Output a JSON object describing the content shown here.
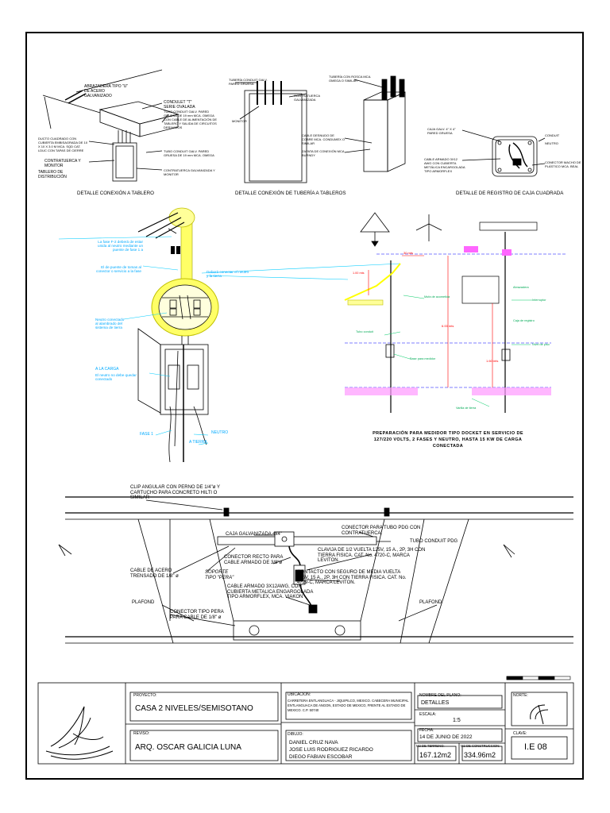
{
  "captions": {
    "tablero": "DETALLE CONEXIÓN A TABLERO",
    "tuberia": "DETALLE CONEXIÓN DE TUBERÍA A TABLEROS",
    "registro": "DETALLE DE REGISTRO DE CAJA CUADRADA",
    "medidor": "PREPARACIÓN PARA MEDIDOR TIPO DOCKET EN SERVICIO DE 127/220 VOLTS, 2 FASES Y NEUTRO, HASTA 15 KW DE CARGA CONECTADA"
  },
  "tablero_notes": {
    "a": "ABRAZADERA TIPO \"U\" DE ACERO GALVANIZADO",
    "b": "CONDULET \"T\" SERIE OVALADA",
    "c": "TUBO CONDUIT GALV. PARED GRUESA DE 19 mm MCA. OMEGA CON CABLE DE ALIMENTACIÓN DE TABLERO Y SALIDA DE CIRCUITOS DERIVADOS",
    "d": "DUCTO CUADRADO CON CUBIERTA EMBISAGRADA DE 10 X 10 X 3.0 M MCA. SQD CAT. LDUC CON TAPAS DE CIERRE",
    "e": "CONTRATUERCA Y MONITOR",
    "f": "TUBO CONDUIT GALV. PARED GRUESA DE 19 mm MCA. OMEGA",
    "g": "TABLERO DE DISTRIBUCIÓN",
    "h": "CONTRATUERCA GALVANIZADA Y MONITOR"
  },
  "tuberia_notes": {
    "a": "TUBERÍA CONDUIT GALV. PARED GRUESA",
    "b": "CONTRATUERCA GALVANIZADA",
    "c": "MONITOR",
    "d": "TUBERÍA CON ROSCA MCA. OMEGA O SIMILAR",
    "e": "CABLE DESNUDO DE COBRE MCA. CONDUMEX O SIMILAR",
    "f": "ZAPATA DE CONEXIÓN MCA. BURNDY"
  },
  "registro_notes": {
    "a": "CAJA GALV. 4\" X 4\" PARED GRUESA",
    "b": "CONDUIT",
    "c": "NEUTRO",
    "d": "CABLE ARMADO 3X12 AWG CON CUBIERTA METÁLICA ENCARGOLADA TIPO ARMORFLEX",
    "e": "CONECTOR MACHO DE PLÁSTICO MCA. BEAL"
  },
  "meter_notes": {
    "a": "La fase F-2 deberá de estar unida al neutro mediante un puente de fase 1 a",
    "b": "El de puente de tomas al conector o servicio a la fase",
    "c": "Deberá conectar el neutro y la tierra",
    "d": "Neutro conectado al alambrado del sistema de tierra",
    "e": "A LA CARGA",
    "f": "El neutro no debe quedar conectado",
    "g": "FASE 1",
    "h": "NEUTRO",
    "i": "A TIERRA"
  },
  "elevation_notes": {
    "a": "Mufa de acometida",
    "b": "Tubo conduit",
    "c": "Base para medidor",
    "d": "Interruptor",
    "e": "Nivel de piso",
    "f": "Varilla de tierra",
    "g": "Abrazadera",
    "h": "Caja de registro",
    "dim1": "1.00 mts",
    "dim2": "6.00 mts",
    "dim3": "1.60 mts",
    "dim4": "30 mts"
  },
  "section": {
    "clip": "CLIP ANGULAR CON PERNO DE 1/4\"ø Y CARTUCHO PARA CONCRETO HILTI O SIMILAR",
    "caja": "CAJA GALVANIZADA 4x4\"",
    "conector_tubo": "CONECTOR PARA TUBO PDG CON CONTRATUERCA.",
    "tubo_pdg": "TUBO CONDUIT PDG",
    "conector_recto": "CONECTOR RECTO PARA CABLE ARMADO DE 3/8\"ø",
    "clavija": "CLAVIJA DE 1/2 VUELTA 125V, 15 A., 2P, 3H CON TIERRA FISICA. CAT. No. 4720-C, MARCA LEVITON.",
    "soporte": "SOPORTE TIPO \"PERA\"",
    "contacto": "CONTACTO CON SEGURO DE MEDIA VUELTA 125V, 15 A., 2P, 3H CON TIERRA FISICA. CAT. No. 4729-C, MARCA LEVITON.",
    "cable_acero": "CABLE DE ACERO TRENSADO DE 1/8\" ø",
    "cable_armado": "CABLE ARMADO 3X12AWG, CON CUBIERTA METALICA ENGARGOLADA TIPO ARMORFLEX, MCA. VIAKON",
    "plafond_left": "PLAFOND",
    "plafond_right": "PLAFOND",
    "conector_pera": "CONECTOR TIPO PERA PARA CABLE DE 1/8\" ø"
  },
  "title_block": {
    "proyecto_label": "PROYECTO:",
    "proyecto": "CASA 2 NIVELES/SEMISOTANO",
    "reviso_label": "REVISO:",
    "reviso": "ARQ. OSCAR GALICIA LUNA",
    "ubicacion_label": "UBICACION:",
    "ubicacion": "CARRETERA ENTLANGUACA - JIQUIPILCO, MEXICO. CABECERA MUNICIPAL ENTLANGUACA DE ANGON, ESTADO DE MEXICO, FRENTE AL ESTADO DE MEXICO. C.P. 50740",
    "dibujo_label": "DIBUJO:",
    "dibujo": [
      "DANIEL CRUZ NAVA",
      "JOSE LUIS RODRIGUEZ RICARDO",
      "DIEGO FABIAN ESCOBAR"
    ],
    "nombre_label": "NOMBRE DEL PLANO:",
    "nombre": "DETALLES",
    "escala_label": "ESCALA:",
    "escala": "1:5",
    "fecha_label": "FECHA:",
    "fecha": "14 DE JUNIO DE 2022",
    "terreno_label": "M2 DE TERRENO:",
    "terreno": "167.12m2",
    "construccion_label": "M2 DE CONSTRUCCION:",
    "construccion": "334.96m2",
    "norte_label": "NORTE:",
    "clave_label": "CLAVE:",
    "clave": "I.E 08"
  }
}
